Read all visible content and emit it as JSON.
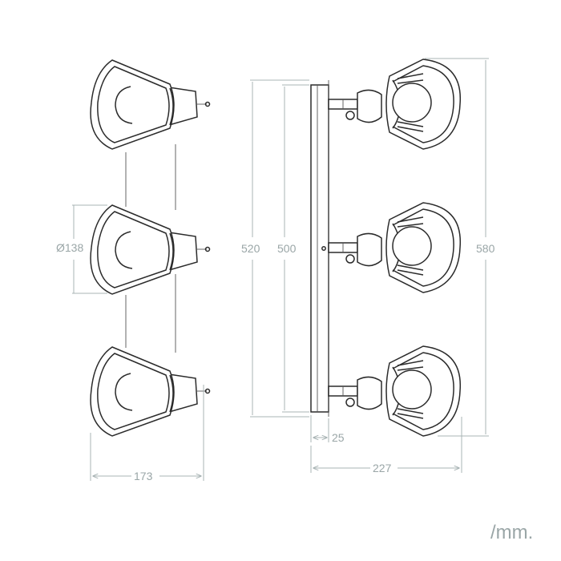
{
  "drawing": {
    "dimensions": {
      "diameter": "Ø138",
      "width": "173",
      "height_total": "520",
      "height_base": "500",
      "depth_base": "25",
      "depth_total": "227",
      "height_overall": "580"
    },
    "unit": "/mm."
  },
  "colors": {
    "line": "#2b2b2b",
    "dimension": "#a9b4b5",
    "dimension_text": "#9aa6a7"
  }
}
